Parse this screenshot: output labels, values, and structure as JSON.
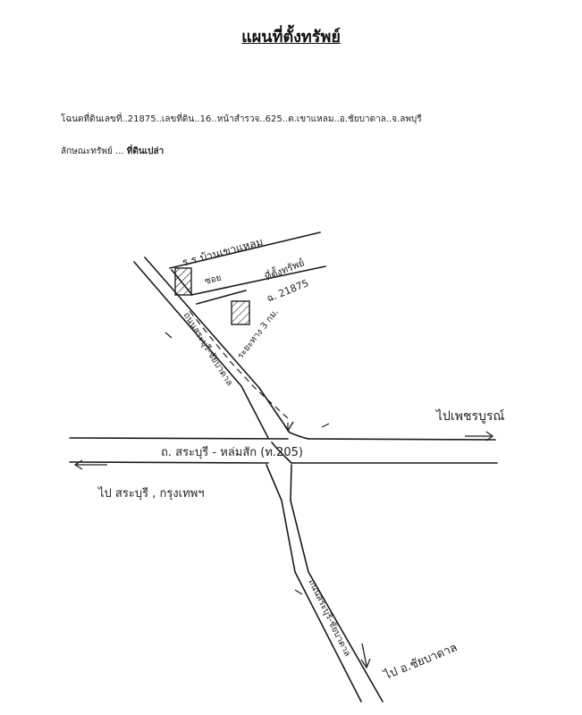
{
  "title": "แผนที่ตั้งทรัพย์",
  "deed": {
    "prefix": "โฉนดที่ดินเลขที่..",
    "number": "21875",
    "land_label": "..เลขที่ดิน..",
    "land_no": "16",
    "page_label": "..หน้าสำรวจ..",
    "page_no": "625",
    "location": "..ต.เขาแหลม..อ.ชัยบาดาล..จ.ลพบุรี"
  },
  "property": {
    "label": "ลักษณะทรัพย์ ...",
    "value": "ที่ดินเปล่า"
  },
  "map": {
    "labels": {
      "top_road": "ร.ร.บ้านเขาแหลม",
      "lane": "ซอย",
      "subject": "ที่ตั้งทรัพย์",
      "deed": "ฉ. 21875",
      "distance": "ระยะทาง 3 กม.",
      "left_road": "ถนนสระบุรี-ชัยบาดาล",
      "main_road": "ถ. สระบุรี - หล่มสัก (ท.205)",
      "to_right": "ไปเพชรบูรณ์",
      "to_left": "ไป สระบุรี , กรุงเทพฯ",
      "bottom_road": "ถนนสระบุรี-ชัยบาดาล",
      "to_bottom": "ไป อ.ชัยบาดาล"
    }
  }
}
